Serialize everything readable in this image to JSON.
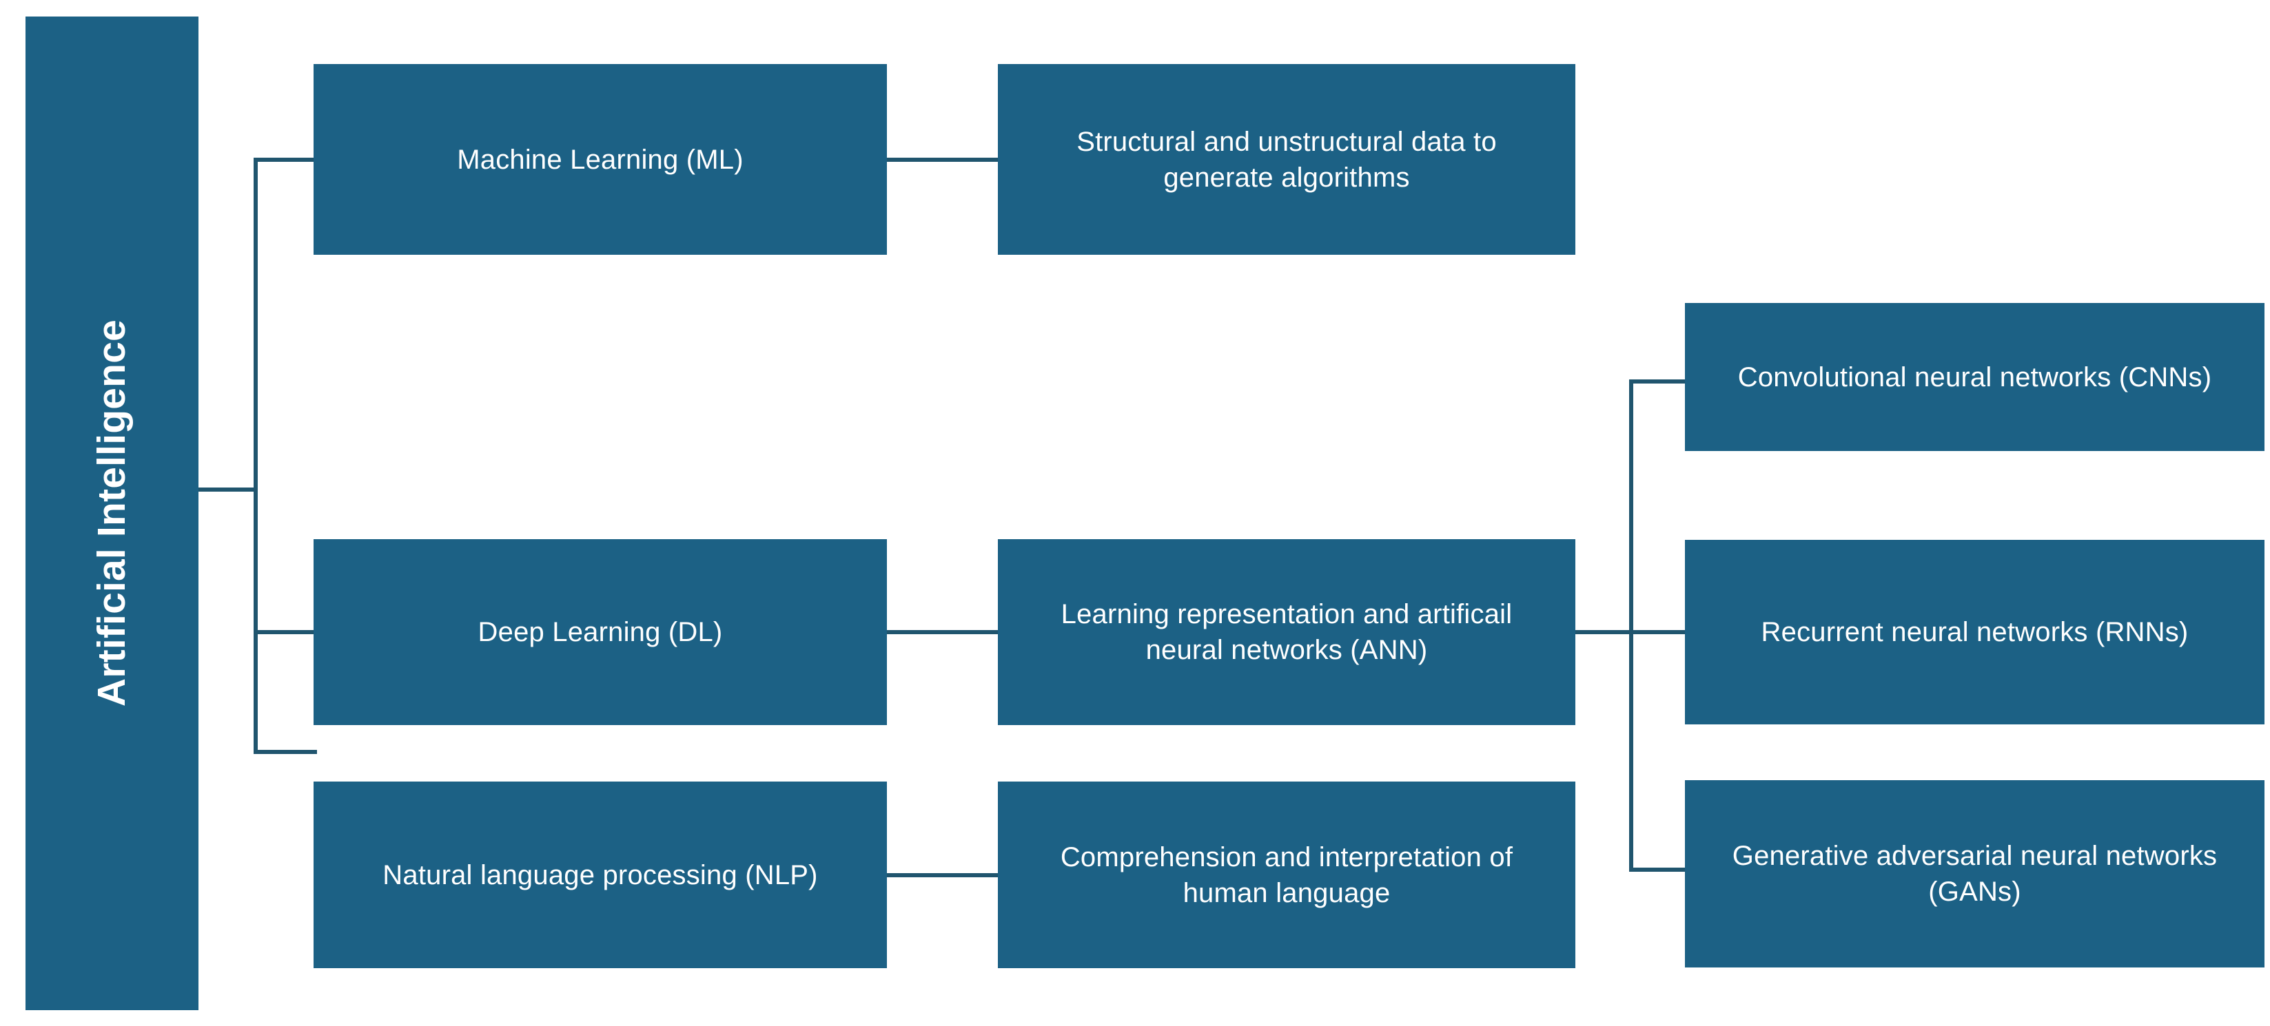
{
  "diagram": {
    "title": "Artificial Intelligence taxonomy",
    "colors": {
      "node_fill": "#1C6185",
      "node_text": "#FFFFFF",
      "connector": "#20556E",
      "background": "#FFFFFF"
    },
    "root": {
      "label": "Artificial Intelligence",
      "orientation": "vertical-rotated-90"
    },
    "branches": [
      {
        "id": "ml",
        "label": "Machine Learning (ML)",
        "description": "Structural and unstructural data to generate algorithms",
        "children": []
      },
      {
        "id": "dl",
        "label": "Deep Learning (DL)",
        "description": "Learning representation and artificail neural networks (ANN)",
        "children": [
          "Convolutional neural networks (CNNs)",
          "Recurrent neural networks (RNNs)",
          "Generative adversarial neural networks (GANs)"
        ]
      },
      {
        "id": "nlp",
        "label": "Natural language processing (NLP)",
        "description": "Comprehension and interpretation of human language",
        "children": []
      }
    ],
    "nodes": {
      "root": "Artificial Intelligence",
      "ml": "Machine Learning (ML)",
      "ml_desc": "Structural and unstructural data to\ngenerate algorithms",
      "dl": "Deep Learning (DL)",
      "dl_desc": "Learning representation and artificail\nneural networks (ANN)",
      "nlp": "Natural language processing (NLP)",
      "nlp_desc": "Comprehension and interpretation of\nhuman language",
      "cnn": "Convolutional neural networks (CNNs)",
      "rnn": "Recurrent neural networks (RNNs)",
      "gan": "Generative adversarial neural networks\n(GANs)"
    }
  }
}
